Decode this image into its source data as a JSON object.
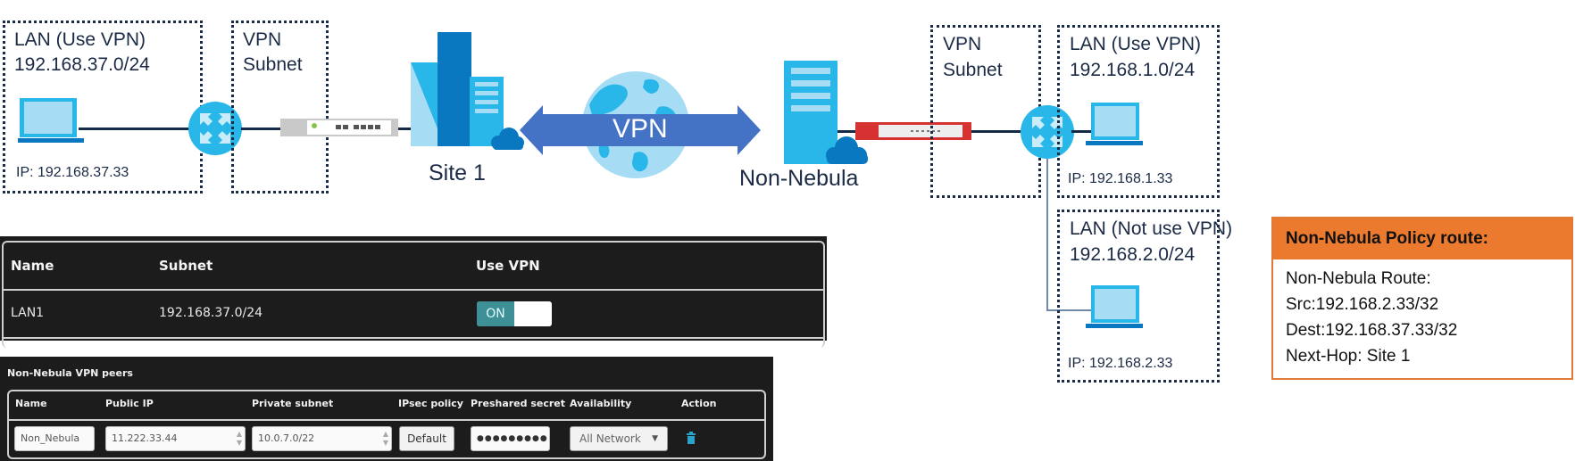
{
  "diagram": {
    "left_lan": {
      "title": "LAN (Use VPN)",
      "subnet": "192.168.37.0/24",
      "ip": "IP: 192.168.37.33"
    },
    "left_vpn_subnet": {
      "line1": "VPN",
      "line2": "Subnet"
    },
    "site1_label": "Site 1",
    "vpn_label": "VPN",
    "non_nebula_label": "Non-Nebula",
    "right_vpn_subnet": {
      "line1": "VPN",
      "line2": "Subnet"
    },
    "right_lan_vpn": {
      "title": "LAN (Use VPN)",
      "subnet": "192.168.1.0/24",
      "ip": "IP: 192.168.1.33"
    },
    "right_lan_novpn": {
      "title": "LAN (Not use VPN)",
      "subnet": "192.168.2.0/24",
      "ip": "IP: 192.168.2.33"
    },
    "colors": {
      "primary_blue": "#29b6e8",
      "light_blue": "#a7dcf5",
      "dark_blue": "#0a78c0",
      "arrow_blue": "#4472c4",
      "line_navy": "#132a46",
      "policy_orange": "#ec7a2e",
      "firewall_red": "#d63232"
    }
  },
  "policy_route": {
    "title": "Non-Nebula Policy route:",
    "lines": [
      "Non-Nebula Route:",
      "Src:192.168.2.33/32",
      "Dest:192.168.37.33/32",
      "Next-Hop: Site 1"
    ]
  },
  "lan_table": {
    "headers": {
      "name": "Name",
      "subnet": "Subnet",
      "use_vpn": "Use VPN"
    },
    "rows": [
      {
        "name": "LAN1",
        "subnet": "192.168.37.0/24",
        "use_vpn_label": "ON",
        "use_vpn": true
      }
    ]
  },
  "peers_table": {
    "title": "Non-Nebula VPN peers",
    "headers": {
      "name": "Name",
      "public_ip": "Public IP",
      "private_subnet": "Private subnet",
      "ipsec_policy": "IPsec policy",
      "preshared_secret": "Preshared secret",
      "availability": "Availability",
      "action": "Action"
    },
    "rows": [
      {
        "name": "Non_Nebula",
        "public_ip": "11.222.33.44",
        "private_subnet": "10.0.7.0/22",
        "ipsec_policy": "Default",
        "preshared_secret": "●●●●●●●●●",
        "availability": "All Network",
        "action_icon": "trash-icon"
      }
    ]
  }
}
